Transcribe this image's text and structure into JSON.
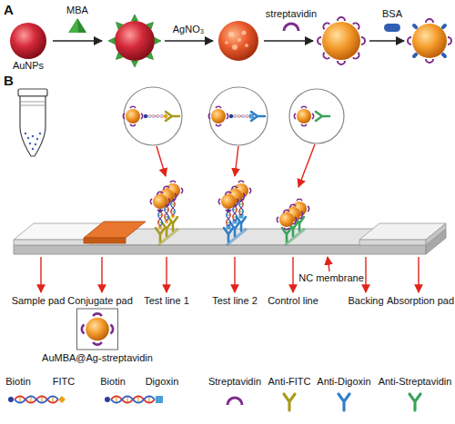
{
  "diagram": {
    "nodes": [
      {
        "text": [
          "AuNPs"
        ]
      },
      {
        "text": [
          "AuMBA@Ag-streptavidin"
        ]
      }
    ],
    "labels": [
      "A",
      "MBA",
      "AgNO₃",
      "streptavidin",
      "BSA",
      "B",
      "Sample pad",
      "Conjugate pad",
      "Test line 1",
      "Test line 2",
      "Control line",
      "NC membrane",
      "Backing",
      "Absorption pad"
    ],
    "legend": [
      {
        "text": "Biotin"
      },
      {
        "text": "FITC"
      },
      {
        "text": "Biotin"
      },
      {
        "text": "Digoxin"
      },
      {
        "text": "Streptavidin"
      },
      {
        "text": "Anti-FITC"
      },
      {
        "text": "Anti-Digoxin"
      },
      {
        "text": "Anti-Streptavidin"
      }
    ]
  }
}
